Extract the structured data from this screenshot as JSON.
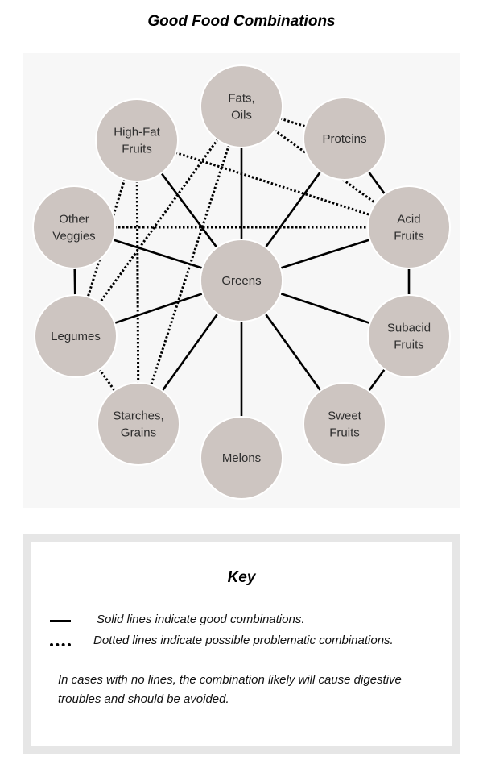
{
  "title": "Good Food Combinations",
  "colors": {
    "node_fill": "#cdc5c1",
    "node_stroke": "#ffffff",
    "line": "#000000",
    "panel_bg": "#f7f7f7"
  },
  "nodes": [
    {
      "id": "fats-oils",
      "lines": [
        "Fats,",
        "Oils"
      ]
    },
    {
      "id": "proteins",
      "lines": [
        "Proteins"
      ]
    },
    {
      "id": "acid-fruits",
      "lines": [
        "Acid",
        "Fruits"
      ]
    },
    {
      "id": "subacid-fruits",
      "lines": [
        "Subacid",
        "Fruits"
      ]
    },
    {
      "id": "sweet-fruits",
      "lines": [
        "Sweet",
        "Fruits"
      ]
    },
    {
      "id": "melons",
      "lines": [
        "Melons"
      ]
    },
    {
      "id": "starches-grains",
      "lines": [
        "Starches,",
        "Grains"
      ]
    },
    {
      "id": "legumes",
      "lines": [
        "Legumes"
      ]
    },
    {
      "id": "other-veggies",
      "lines": [
        "Other",
        "Veggies"
      ]
    },
    {
      "id": "high-fat-fruits",
      "lines": [
        "High-Fat",
        "Fruits"
      ]
    },
    {
      "id": "greens",
      "lines": [
        "Greens"
      ]
    }
  ],
  "connections": [
    {
      "from": "greens",
      "to": "fats-oils",
      "type": "solid"
    },
    {
      "from": "greens",
      "to": "proteins",
      "type": "solid"
    },
    {
      "from": "greens",
      "to": "acid-fruits",
      "type": "solid"
    },
    {
      "from": "greens",
      "to": "subacid-fruits",
      "type": "solid"
    },
    {
      "from": "greens",
      "to": "sweet-fruits",
      "type": "solid"
    },
    {
      "from": "greens",
      "to": "melons",
      "type": "solid"
    },
    {
      "from": "greens",
      "to": "starches-grains",
      "type": "solid"
    },
    {
      "from": "greens",
      "to": "legumes",
      "type": "solid"
    },
    {
      "from": "greens",
      "to": "other-veggies",
      "type": "solid"
    },
    {
      "from": "greens",
      "to": "high-fat-fruits",
      "type": "solid"
    },
    {
      "from": "proteins",
      "to": "acid-fruits",
      "type": "solid"
    },
    {
      "from": "acid-fruits",
      "to": "subacid-fruits",
      "type": "solid"
    },
    {
      "from": "subacid-fruits",
      "to": "sweet-fruits",
      "type": "solid"
    },
    {
      "from": "other-veggies",
      "to": "legumes",
      "type": "solid"
    },
    {
      "from": "fats-oils",
      "to": "proteins",
      "type": "dotted"
    },
    {
      "from": "fats-oils",
      "to": "acid-fruits",
      "type": "dotted"
    },
    {
      "from": "fats-oils",
      "to": "legumes",
      "type": "dotted"
    },
    {
      "from": "fats-oils",
      "to": "starches-grains",
      "type": "dotted"
    },
    {
      "from": "other-veggies",
      "to": "acid-fruits",
      "type": "dotted"
    },
    {
      "from": "high-fat-fruits",
      "to": "legumes",
      "type": "dotted"
    },
    {
      "from": "high-fat-fruits",
      "to": "starches-grains",
      "type": "dotted"
    },
    {
      "from": "high-fat-fruits",
      "to": "acid-fruits",
      "type": "dotted"
    },
    {
      "from": "legumes",
      "to": "starches-grains",
      "type": "dotted"
    }
  ],
  "key": {
    "title": "Key",
    "solid_text": "Solid lines indicate good combinations.",
    "dotted_text": "Dotted lines indicate possible problematic combinations.",
    "note": "In cases with no lines, the combination likely will cause digestive troubles and should be avoided."
  }
}
